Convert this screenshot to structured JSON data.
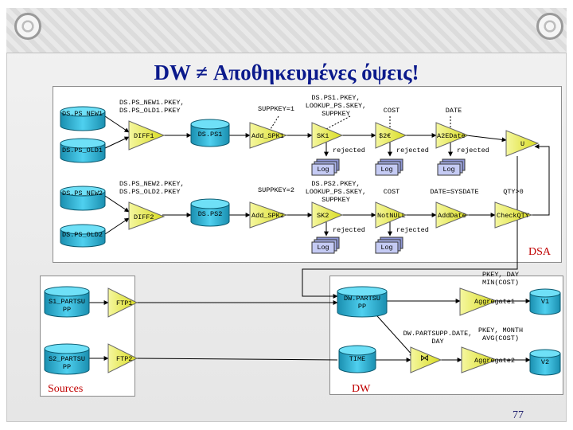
{
  "slide": {
    "title": "DW ≠ Αποθηκευμένες όψεις!",
    "page_number": "77"
  },
  "dsa": {
    "label": "DSA",
    "flow1": {
      "new_store": "DS.PS_NEW1",
      "old_store": "DS.PS_OLD1",
      "diff_note": "DS.PS_NEW1.PKEY,\nDS.PS_OLD1.PKEY",
      "diff": "DIFF1",
      "ps_store": "DS.PS1",
      "supp_note": "SUPPKEY=1",
      "add_spk": "Add_SPK1",
      "sk_note": "DS.PS1.PKEY,\nLOOKUP_PS.SKEY,\nSUPPKEY",
      "sk": "SK1",
      "cost_note": "COST",
      "conv": "$2€",
      "date_note": "DATE",
      "a2e": "A2EDate",
      "union": "U",
      "rejected": [
        "rejected",
        "rejected",
        "rejected"
      ],
      "logs": [
        "Log",
        "Log",
        "Log"
      ]
    },
    "flow2": {
      "new_store": "DS.PS_NEW2",
      "old_store": "DS.PS_OLD2",
      "diff_note": "DS.PS_NEW2.PKEY,\nDS.PS_OLD2.PKEY",
      "diff": "DIFF2",
      "ps_store": "DS.PS2",
      "supp_note": "SUPPKEY=2",
      "add_spk": "Add_SPK2",
      "sk_note": "DS.PS2.PKEY,\nLOOKUP_PS.SKEY,\nSUPPKEY",
      "sk": "SK2",
      "cost_note": "COST",
      "notnull": "NotNULL",
      "date_note": "DATE=SYSDATE",
      "adddate": "AddDate",
      "qty_note": "QTY>0",
      "checkqty": "CheckQTY",
      "rejected": [
        "rejected",
        "rejected"
      ],
      "logs": [
        "Log",
        "Log"
      ]
    }
  },
  "sources": {
    "label": "Sources",
    "s1": "S1_PARTSU\nPP",
    "s2": "S2_PARTSU\nPP",
    "ftp1": "FTP1",
    "ftp2": "FTP2"
  },
  "dw": {
    "label": "DW",
    "partsupp": "DW.PARTSU\nPP",
    "agg1_note": "PKEY, DAY\nMIN(COST)",
    "agg1": "Aggregate1",
    "v1": "V1",
    "join_note": "DW.PARTSUPP.DATE,\nDAY",
    "agg2_note": "PKEY, MONTH\nAVG(COST)",
    "time": "TIME",
    "join": "⋈",
    "agg2": "Aggregate2",
    "v2": "V2"
  }
}
